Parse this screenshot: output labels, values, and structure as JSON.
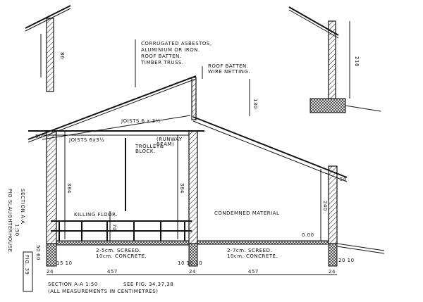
{
  "title": "PIG SLAUGHTERHOUSE.",
  "figure": "FIG. 39",
  "section_label": "SECTION A-A",
  "section_scale": "1:50",
  "caption": {
    "section": "SECTION A-A 1:50",
    "see": "SEE FIG. 34,37,38",
    "note": "(ALL MEASUREMENTS IN CENTIMETRES)"
  },
  "labels": {
    "roof_materials": [
      "CORRUGATED ASBESTOS,",
      "ALUMINIUM OR IRON.",
      "ROOF BATTEN.",
      "TIMBER TRUSS."
    ],
    "roof_batten": [
      "ROOF BATTEN.",
      "WIRE NETTING."
    ],
    "joists_top": "JOISTS 6 x 3½",
    "joists_left": "JOISTS 6x3½",
    "runway_beam": [
      "(RUNWAY",
      "BEAM)"
    ],
    "trolley": [
      "TROLLEY&",
      "BLOCK."
    ],
    "killing_floor": "KILLING FLOOR.",
    "condemned_material": "CONDEMNED MATERIAL",
    "screed_left": [
      "2-5cm. SCREED.",
      "10cm. CONCRETE."
    ],
    "screed_right": [
      "2-7cm. SCREED.",
      "10cm. CONCRETE."
    ],
    "level": "0.00"
  },
  "dimensions": {
    "detail_left": "86",
    "detail_right": "218",
    "ridge": "130",
    "eave_left": "50",
    "eave_right": "50",
    "height_left": "384",
    "height_mid": "384",
    "height_right": "240",
    "rail": "70",
    "step_a": "50",
    "step_b": "60",
    "footing_left": "15 10",
    "footing_mid": "10 15 10",
    "footing_right": "20 10",
    "wall": "24",
    "span_left": "457",
    "span_right": "457"
  }
}
